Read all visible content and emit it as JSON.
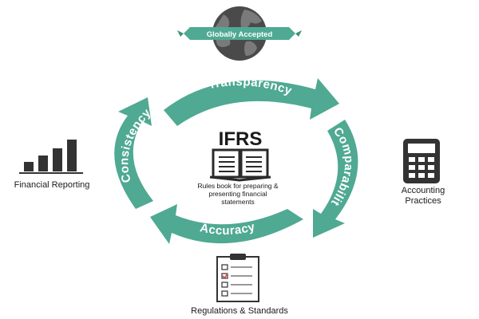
{
  "colors": {
    "ring": "#4fa993",
    "ring_dark": "#3f8f7b",
    "icon": "#333333",
    "accent_check": "#d9453b"
  },
  "globe": {
    "icon": "globe-icon",
    "ribbon_label": "Globally Accepted"
  },
  "center": {
    "title": "IFRS",
    "icon": "open-book-icon",
    "subtitle_lines": [
      "Rules book for preparing &",
      "presenting financial",
      "statements"
    ]
  },
  "ring": {
    "segments": [
      {
        "id": "transparency",
        "label": "Transparency"
      },
      {
        "id": "comparability",
        "label": "Comparability"
      },
      {
        "id": "accuracy",
        "label": "Accuracy"
      },
      {
        "id": "consistency",
        "label": "Consistency"
      }
    ]
  },
  "outer": {
    "financial_reporting": {
      "icon": "bar-chart-icon",
      "label": "Financial Reporting"
    },
    "accounting_practices": {
      "icon": "calculator-icon",
      "label_lines": [
        "Accounting",
        "Practices"
      ]
    },
    "regulations": {
      "icon": "clipboard-checklist-icon",
      "label": "Regulations & Standards"
    }
  }
}
